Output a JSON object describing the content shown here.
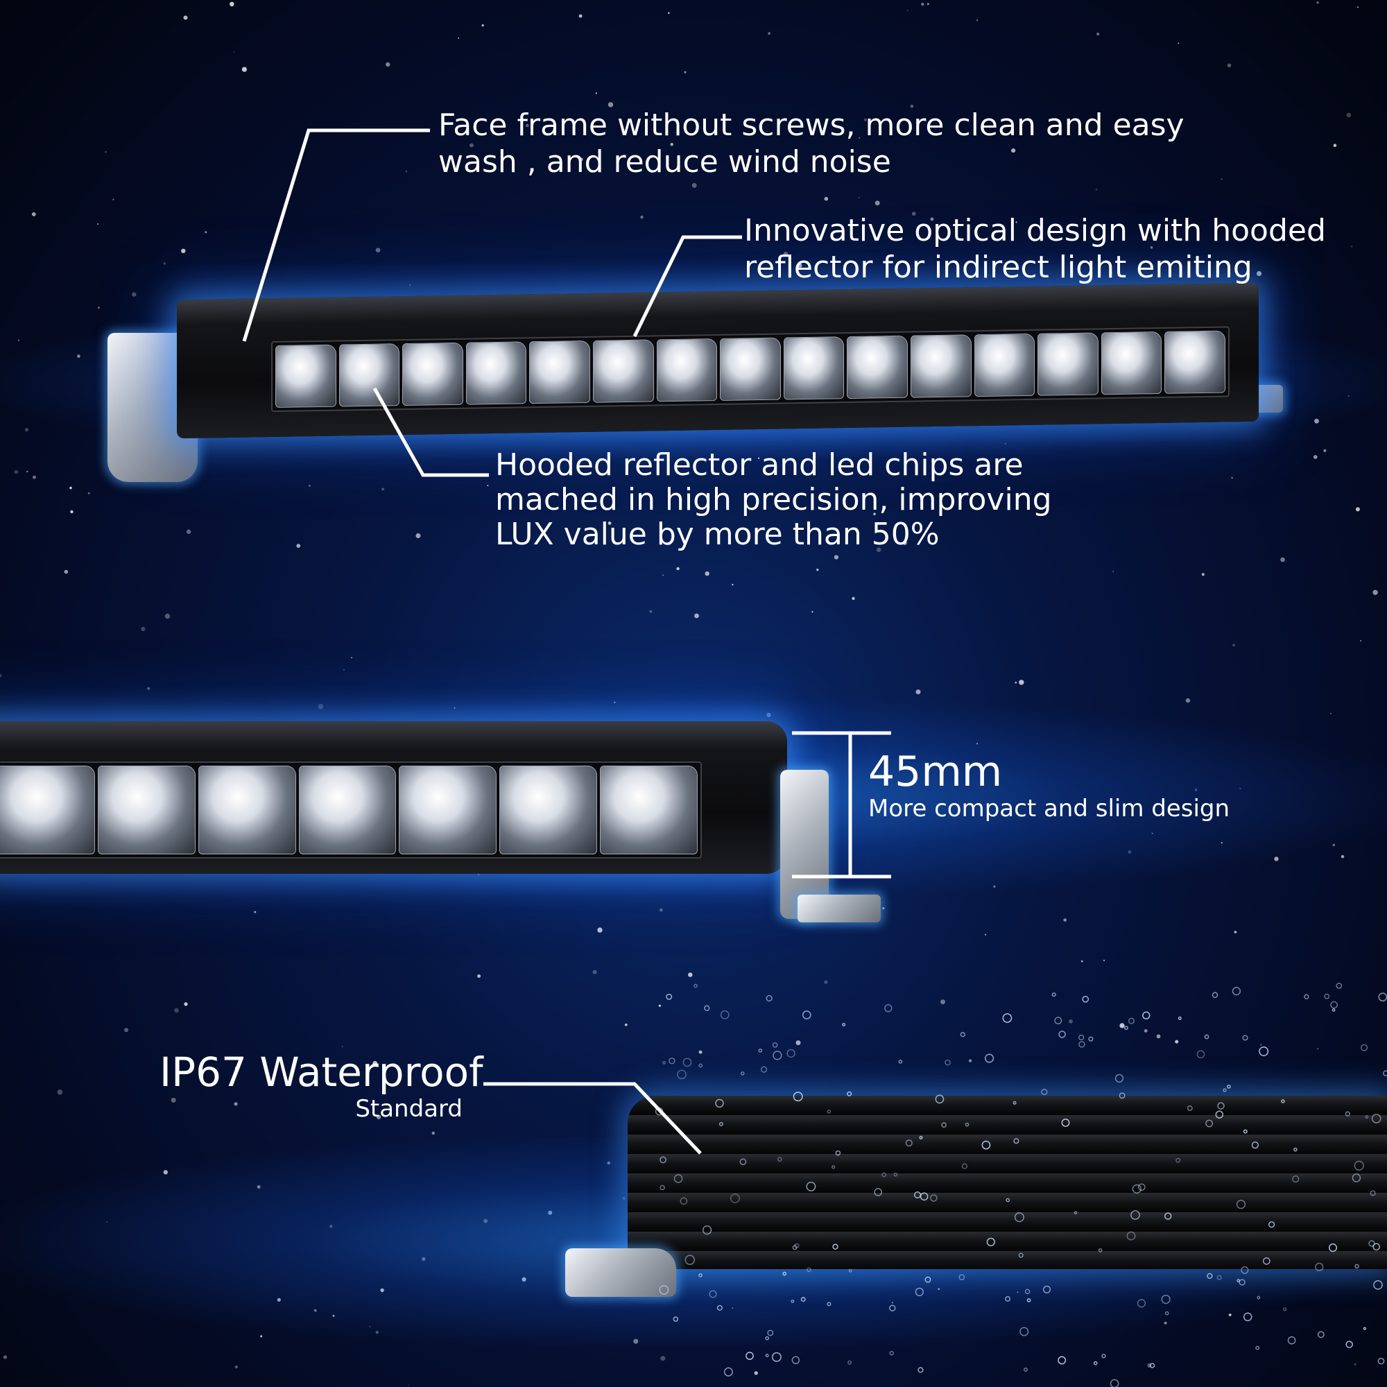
{
  "callouts": {
    "face_frame": {
      "line1": "Face frame without screws, more clean and easy",
      "line2": "wash , and reduce wind noise"
    },
    "optical_design": {
      "line1": "Innovative optical design with hooded",
      "line2": "reflector for indirect light emiting"
    },
    "hooded_reflector": {
      "line1": "Hooded reflector and led chips are",
      "line2": "mached in high precision, improving",
      "line3": "LUX value by more than 50%"
    },
    "thickness": {
      "value": "45mm",
      "caption": "More compact and slim design"
    },
    "waterproof": {
      "title": "IP67 Waterproof",
      "subtitle": "Standard"
    }
  },
  "colors": {
    "text": "#ffffff",
    "glow": "#2a8cff",
    "background": "#061642"
  }
}
